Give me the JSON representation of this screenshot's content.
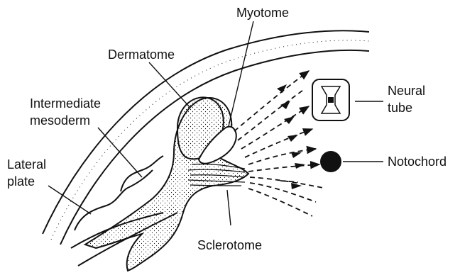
{
  "diagram": {
    "labels": {
      "myotome": "Myotome",
      "dermatome": "Dermatome",
      "intermediate_line1": "Intermediate",
      "intermediate_line2": "mesoderm",
      "lateral_line1": "Lateral",
      "lateral_line2": "plate",
      "neural_line1": "Neural",
      "neural_line2": "tube",
      "notochord": "Notochord",
      "sclerotome": "Sclerotome"
    },
    "colors": {
      "ink": "#111111",
      "background": "#ffffff"
    }
  }
}
